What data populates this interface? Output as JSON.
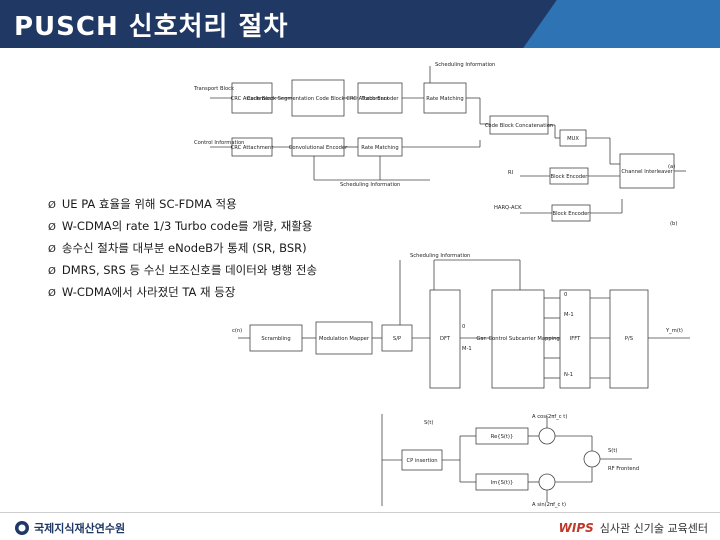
{
  "slide": {
    "title": "PUSCH 신호처리 절차",
    "bullets": [
      "UE PA 효율을 위해 SC-FDMA 적용",
      "W-CDMA의 rate 1/3 Turbo code를 개량, 재활용",
      "송수신 절차를 대부분 eNodeB가 통제 (SR, BSR)",
      "DMRS, SRS 등 수신 보조신호를 데이터와 병행 전송",
      "W-CDMA에서 사라졌던 TA 재 등장"
    ],
    "bullet_marker": "Ø"
  },
  "diagram_top": {
    "scheduling_top": "Scheduling Information",
    "transport_block": "Transport Block",
    "crc_attachment": "CRC Attachment",
    "cb_segmentation": "Code Block Segmentation Code Block CRC Attachment",
    "turbo_encoder": "Turbo Encoder",
    "rate_matching": "Rate Matching",
    "cb_concat": "Code Block Concatenation",
    "control_info": "Control Information",
    "crc_attachment_2": "CRC Attachment",
    "conv_encoder": "Convolutional Encoder",
    "rate_matching_2": "Rate Matching",
    "mux": "MUX",
    "ri": "RI",
    "block_encoder_1": "Block Encoder",
    "harq_ack": "HARQ-ACK",
    "block_encoder_2": "Block Encoder",
    "channel_interleaver": "Channel Interleaver",
    "scheduling_bottom": "Scheduling Information",
    "label_a": "(a)",
    "label_b": "(b)"
  },
  "diagram_mid": {
    "scheduling": "Scheduling Information",
    "input": "c(n)",
    "scrambling": "Scrambling",
    "modulation_mapper": "Modulation Mapper",
    "sp": "S/P",
    "dft": "DFT",
    "dft_top": "0",
    "dft_bottom": "M-1",
    "subcarrier_mapping": "Gar. Control Subcarrier Mapping",
    "ifft": "IFFT",
    "ps": "P/S",
    "output": "Y_m(t)",
    "idx_0": "0",
    "idx_1": "M-1",
    "idx_2": "N-1"
  },
  "diagram_bot": {
    "s_t": "S(t)",
    "cos_label": "A cos(2πf_c t)",
    "re_label": "Re{S(t)}",
    "cp_insertion": "CP insertion",
    "im_label": "Im{S(t)}",
    "sin_label": "A sin(2πf_c t)",
    "rf_out": "S(t)",
    "rf_frontend": "RF Frontend"
  },
  "footer": {
    "org_left": "국제지식재산연수원",
    "logo_right": "WIPS",
    "org_right": "심사관 신기술 교육센터"
  }
}
